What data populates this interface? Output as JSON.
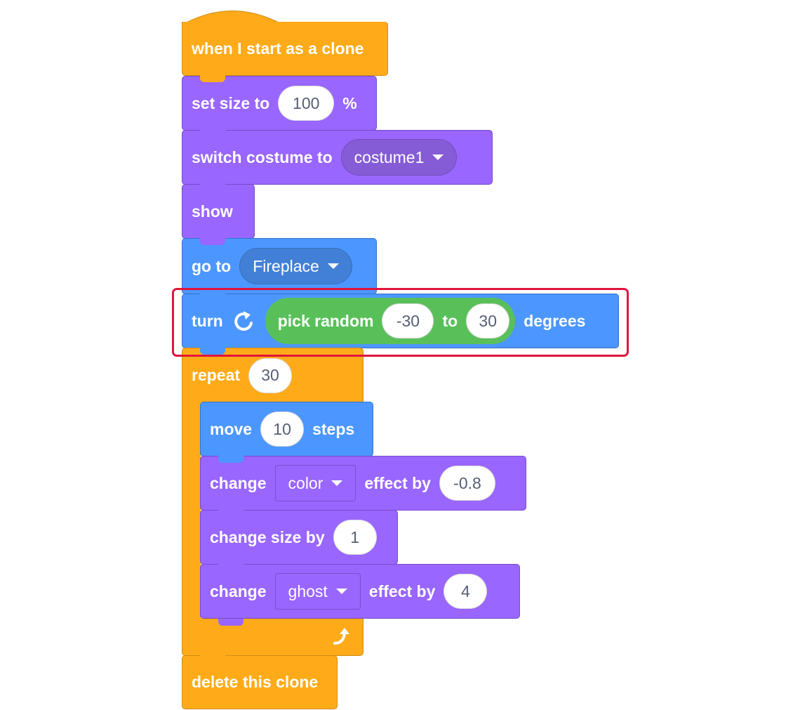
{
  "blocks": {
    "hat": {
      "label": "when I start as a clone"
    },
    "set_size": {
      "label": "set size to",
      "value": "100",
      "suffix": "%"
    },
    "switch_costume": {
      "label": "switch costume to",
      "value": "costume1"
    },
    "show": {
      "label": "show"
    },
    "go_to": {
      "label": "go to",
      "value": "Fireplace"
    },
    "turn": {
      "label": "turn",
      "suffix": "degrees",
      "pick_random": {
        "label": "pick random",
        "from": "-30",
        "to_label": "to",
        "to": "30"
      }
    },
    "repeat": {
      "label": "repeat",
      "value": "30",
      "body": {
        "move": {
          "label": "move",
          "value": "10",
          "suffix": "steps"
        },
        "change_color_effect": {
          "label": "change",
          "effect": "color",
          "mid": "effect by",
          "value": "-0.8"
        },
        "change_size": {
          "label": "change size by",
          "value": "1"
        },
        "change_ghost_effect": {
          "label": "change",
          "effect": "ghost",
          "mid": "effect by",
          "value": "4"
        }
      }
    },
    "delete_clone": {
      "label": "delete this clone"
    }
  },
  "colors": {
    "events": "#ffab19",
    "looks": "#9966ff",
    "motion": "#4c97ff",
    "control": "#ffab19",
    "operators": "#59c059",
    "highlight": "#e0143c"
  },
  "icons": {
    "turn": "rotate-right-icon",
    "repeat_end": "loop-arrow-icon",
    "dropdown": "caret-down-icon"
  }
}
